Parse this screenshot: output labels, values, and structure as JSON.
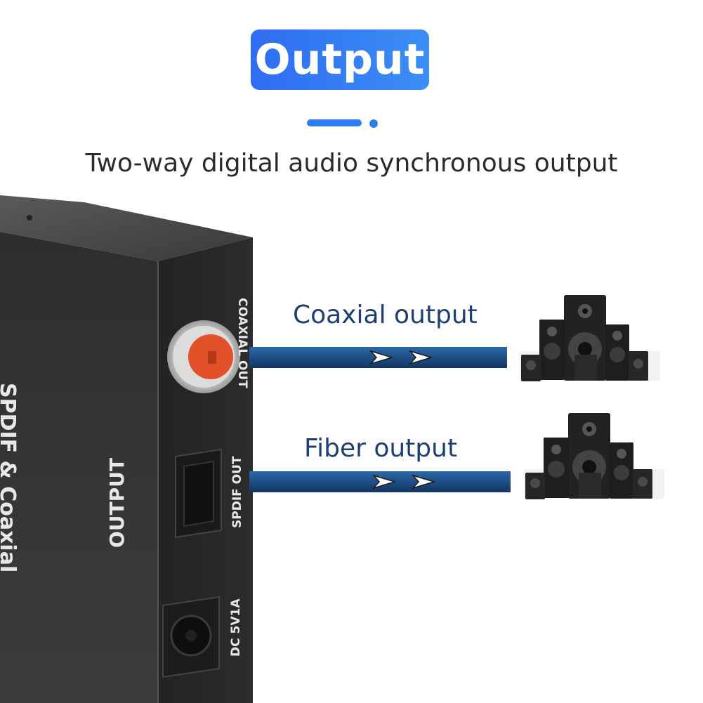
{
  "title": "Output",
  "subtitle": "Two-way digital audio synchronous output",
  "outputs": [
    {
      "label": "Coaxial output"
    },
    {
      "label": "Fiber output"
    }
  ],
  "device": {
    "front_label": "OUTPUT",
    "side_label": "SPDIF & Coaxial",
    "port_coaxial": "COAXIAL OUT",
    "port_spdif": "SPDIF OUT",
    "port_dc": "DC 5V1A"
  },
  "colors": {
    "accent": "#2f7bf2",
    "cable": "#1e4f86",
    "label": "#1d3f72",
    "rca": "#e2502a"
  }
}
